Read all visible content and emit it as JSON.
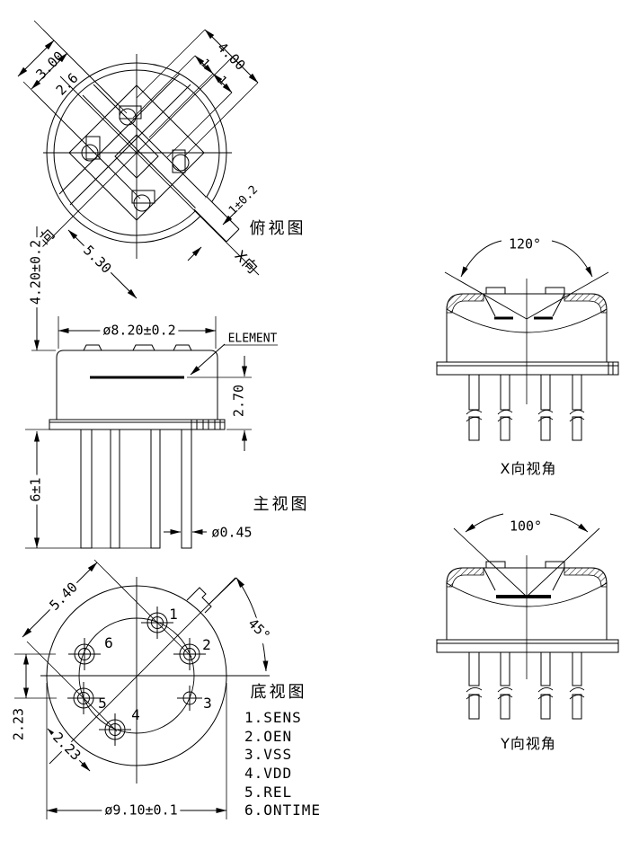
{
  "views": {
    "top": {
      "label": "俯视图",
      "dims": {
        "d3": "3.00",
        "d26": "2.6",
        "d4": "4.00",
        "d1a": "1",
        "d1b": "1",
        "dtab": "1±0.2",
        "d53": "5.30"
      },
      "axis_x": "X向",
      "axis_y": "Y向"
    },
    "front": {
      "label": "主视图",
      "element": "ELEMENT",
      "dims": {
        "cap_dia": "ø8.20±0.2",
        "element_h": "2.70",
        "cap_h": "4.20±0.2",
        "pin_len": "6±1",
        "pin_dia": "ø0.45"
      }
    },
    "bottom": {
      "label": "底视图",
      "dims": {
        "d54": "5.40",
        "angle": "45°",
        "dv": "2.23",
        "dd": "2.23",
        "base_dia": "ø9.10±0.1"
      },
      "pin_numbers": [
        "1",
        "2",
        "3",
        "4",
        "5",
        "6"
      ],
      "pin_legend": [
        "1.SENS",
        "2.OEN",
        "3.VSS",
        "4.VDD",
        "5.REL",
        "6.ONTIME"
      ]
    },
    "xview": {
      "label": "X向视角",
      "angle": "120°"
    },
    "yview": {
      "label": "Y向视角",
      "angle": "100°"
    }
  },
  "colors": {
    "line": "#000000",
    "background": "#ffffff"
  }
}
